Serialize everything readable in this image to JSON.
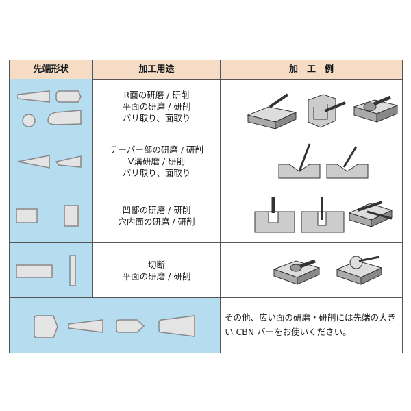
{
  "header": {
    "col1": "先端形状",
    "col2": "加工用途",
    "col3": "加　工　例"
  },
  "rows": [
    {
      "uses": [
        "R面の研磨 / 研削",
        "平面の研磨 / 研削",
        "バリ取り、面取り"
      ]
    },
    {
      "uses": [
        "テーパー部の研磨 / 研削",
        "V溝研磨 / 研削",
        "バリ取り、面取り"
      ]
    },
    {
      "uses": [
        "凹部の研磨 / 研削",
        "穴内面の研磨 / 研削"
      ]
    },
    {
      "uses": [
        "切断",
        "平面の研磨 / 研削"
      ]
    }
  ],
  "footer_note": "その他、広い面の研磨・研削には先端の大きい CBN バーをお使いください。",
  "colors": {
    "header_bg": "#f6dcc4",
    "shape_bg": "#b5dcef",
    "tool_fill": "#e4e4e4"
  }
}
